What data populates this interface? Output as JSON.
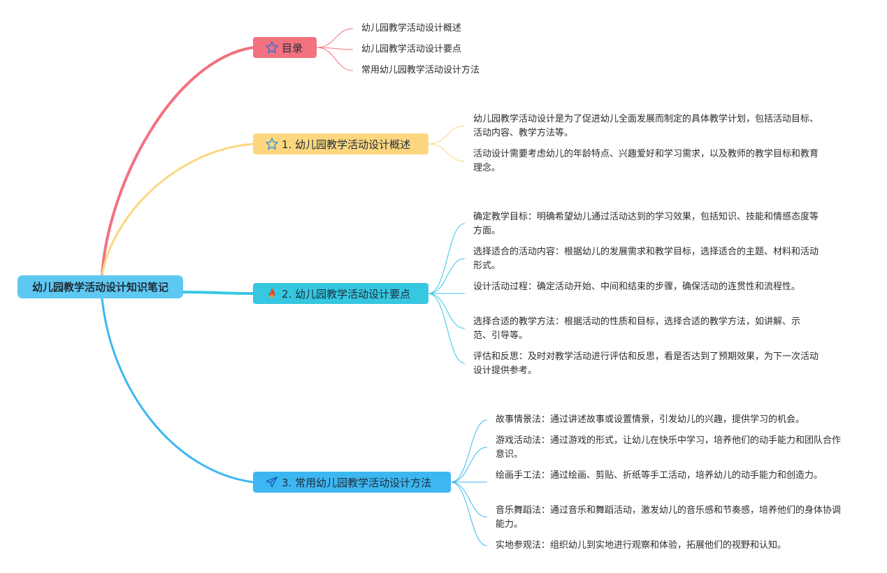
{
  "root": {
    "title": "幼儿园教学活动设计知识笔记"
  },
  "toc": {
    "label": "目录",
    "icon": "star-outline-icon",
    "color": "#f2727f",
    "items": [
      "幼儿园教学活动设计概述",
      "幼儿园教学活动设计要点",
      "常用幼儿园教学活动设计方法"
    ]
  },
  "branch1": {
    "label": "1. 幼儿园教学活动设计概述",
    "icon": "star-outline-icon",
    "color": "#fcd77f",
    "items": [
      "幼儿园教学活动设计是为了促进幼儿全面发展而制定的具体教学计划，包括活动目标、活动内容、教学方法等。",
      "活动设计需要考虑幼儿的年龄特点、兴趣爱好和学习需求，以及教师的教学目标和教育理念。"
    ]
  },
  "branch2": {
    "label": "2. 幼儿园教学活动设计要点",
    "icon": "fire-icon",
    "color": "#36c7e1",
    "items": [
      "确定教学目标：明确希望幼儿通过活动达到的学习效果，包括知识、技能和情感态度等方面。",
      "选择适合的活动内容：根据幼儿的发展需求和教学目标，选择适合的主题、材料和活动形式。",
      "设计活动过程：确定活动开始、中间和结束的步骤，确保活动的连贯性和流程性。",
      "选择合适的教学方法：根据活动的性质和目标，选择合适的教学方法，如讲解、示范、引导等。",
      "评估和反思：及时对教学活动进行评估和反思，看是否达到了预期效果，为下一次活动设计提供参考。"
    ]
  },
  "branch3": {
    "label": "3. 常用幼儿园教学活动设计方法",
    "icon": "paper-plane-icon",
    "color": "#3cb7f2",
    "items": [
      "故事情景法：通过讲述故事或设置情景，引发幼儿的兴趣，提供学习的机会。",
      "游戏活动法：通过游戏的形式，让幼儿在快乐中学习，培养他们的动手能力和团队合作意识。",
      "绘画手工法：通过绘画、剪贴、折纸等手工活动，培养幼儿的动手能力和创造力。",
      "音乐舞蹈法：通过音乐和舞蹈活动，激发幼儿的音乐感和节奏感，培养他们的身体协调能力。",
      "实地参观法：组织幼儿到实地进行观察和体验，拓展他们的视野和认知。"
    ]
  }
}
